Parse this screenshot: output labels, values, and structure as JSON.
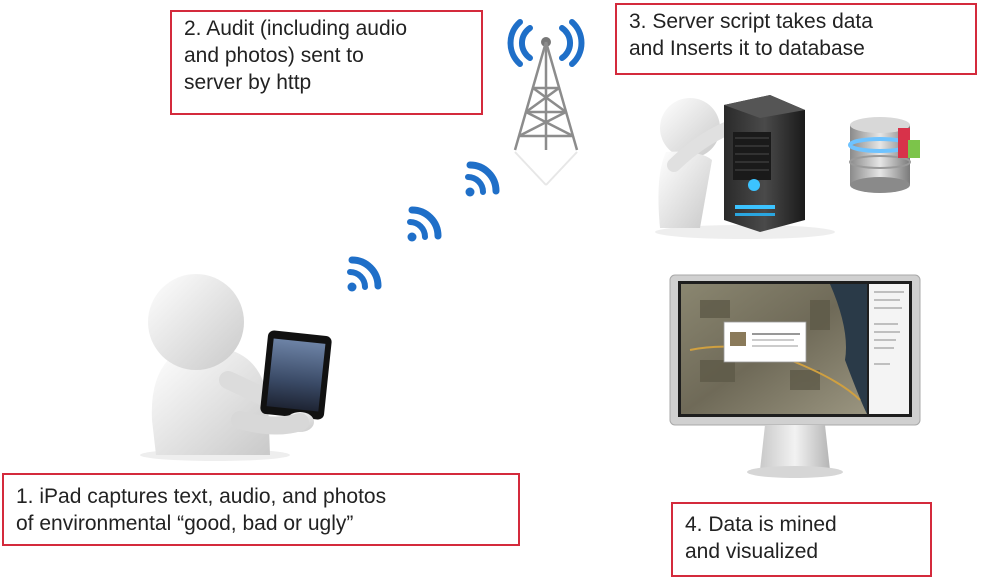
{
  "steps": {
    "step1": {
      "line1": "1. iPad captures text, audio, and photos",
      "line2": "of environmental “good, bad or ugly”"
    },
    "step2": {
      "line1": "2. Audit (including audio",
      "line2": "and photos) sent to",
      "line3": "server by http"
    },
    "step3": {
      "line1": "3. Server script takes data",
      "line2": "and Inserts it to database"
    },
    "step4": {
      "line1": "4. Data is mined",
      "line2": "and visualized"
    }
  },
  "illustrations": {
    "person_with_ipad": "person-holding-ipad-icon",
    "wifi_waves": "wifi-signal-icon",
    "antenna_tower": "radio-tower-icon",
    "server": "server-tower-icon",
    "database": "database-icon",
    "monitor": "monitor-map-icon"
  },
  "colors": {
    "box_border": "#d42a3c",
    "signal_blue": "#1f6fc8",
    "figure_white": "#e8e8e8"
  }
}
